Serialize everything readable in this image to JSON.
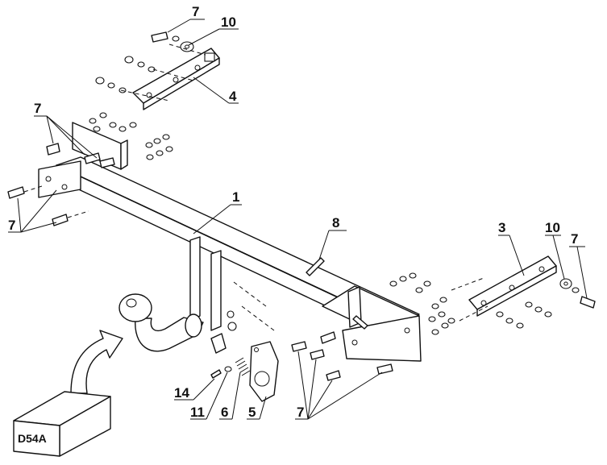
{
  "callouts": [
    {
      "id": "c7-top",
      "text": "7"
    },
    {
      "id": "c10-top",
      "text": "10"
    },
    {
      "id": "c4",
      "text": "4"
    },
    {
      "id": "c7-left-top",
      "text": "7"
    },
    {
      "id": "c7-left-bottom",
      "text": "7"
    },
    {
      "id": "c1",
      "text": "1"
    },
    {
      "id": "c8",
      "text": "8"
    },
    {
      "id": "c3",
      "text": "3"
    },
    {
      "id": "c10-right",
      "text": "10"
    },
    {
      "id": "c7-right",
      "text": "7"
    },
    {
      "id": "c14",
      "text": "14"
    },
    {
      "id": "c11",
      "text": "11"
    },
    {
      "id": "c6",
      "text": "6"
    },
    {
      "id": "c5",
      "text": "5"
    },
    {
      "id": "c7-bottom",
      "text": "7"
    }
  ],
  "box_label": "D54A"
}
